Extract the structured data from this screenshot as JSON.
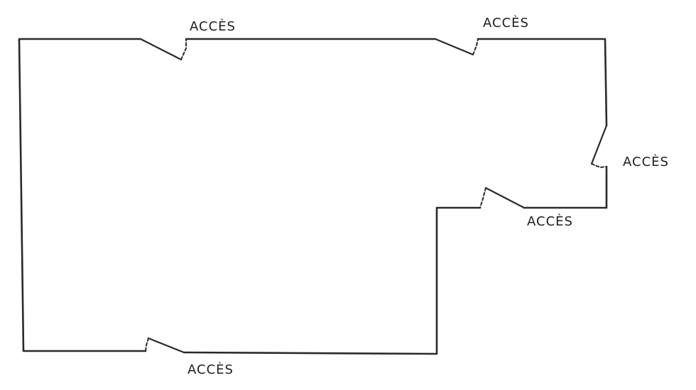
{
  "diagram": {
    "background_color": "#ffffff",
    "line_color": "#2a2a2a",
    "doors": [
      {
        "label": "ACCÈS"
      },
      {
        "label": "ACCÈS"
      },
      {
        "label": "ACCÈS"
      },
      {
        "label": "ACCÈS"
      },
      {
        "label": "ACCÈS"
      }
    ]
  }
}
